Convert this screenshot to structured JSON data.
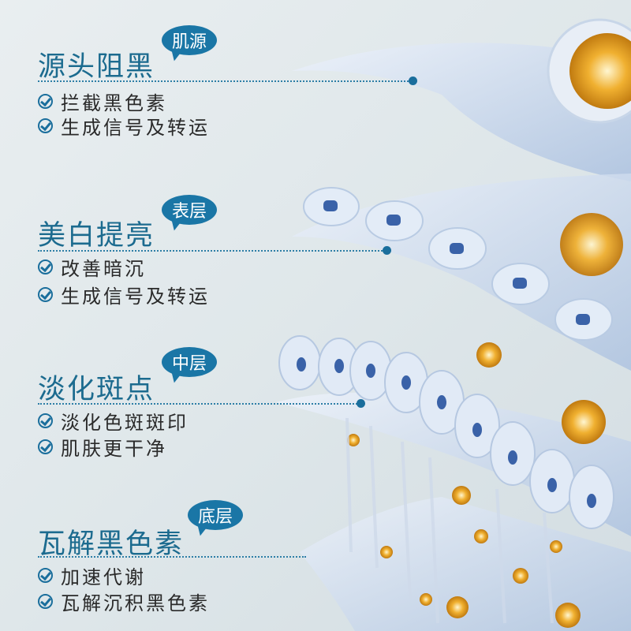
{
  "sections": [
    {
      "title": "源头阻黑",
      "badge": "肌源",
      "bullets": [
        "拦截黑色素",
        "生成信号及转运"
      ]
    },
    {
      "title": "美白提亮",
      "badge": "表层",
      "bullets": [
        "改善暗沉",
        "生成信号及转运"
      ]
    },
    {
      "title": "淡化斑点",
      "badge": "中层",
      "bullets": [
        "淡化色斑斑印",
        "肌肤更干净"
      ]
    },
    {
      "title": "瓦解黑色素",
      "badge": "底层",
      "bullets": [
        "加速代谢",
        "瓦解沉积黑色素"
      ]
    }
  ],
  "colors": {
    "title": "#1c6b8f",
    "badge": "#1a76a6",
    "cell": "#c9d8ec",
    "melanin": "#e8a020"
  }
}
